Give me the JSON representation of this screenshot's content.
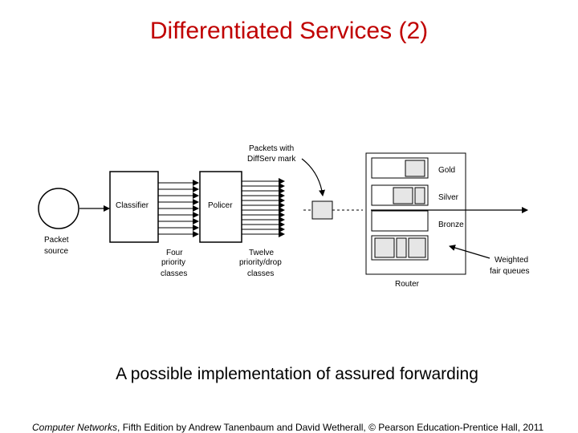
{
  "title": "Differentiated Services (2)",
  "diagram": {
    "packet_source": [
      "Packet",
      "source"
    ],
    "classifier": "Classifier",
    "policer": "Policer",
    "four_classes": [
      "Four",
      "priority",
      "classes"
    ],
    "twelve_classes": [
      "Twelve",
      "priority/drop",
      "classes"
    ],
    "packets_label": [
      "Packets with",
      "DiffServ mark"
    ],
    "queues": [
      "Gold",
      "Silver",
      "Bronze"
    ],
    "weighted_label": [
      "Weighted",
      "fair queues"
    ],
    "router": "Router"
  },
  "caption": "A possible implementation of assured forwarding",
  "footer": {
    "book": "Computer Networks",
    "rest": ", Fifth Edition by Andrew Tanenbaum and David Wetherall, © Pearson Education-Prentice Hall, 2011"
  }
}
